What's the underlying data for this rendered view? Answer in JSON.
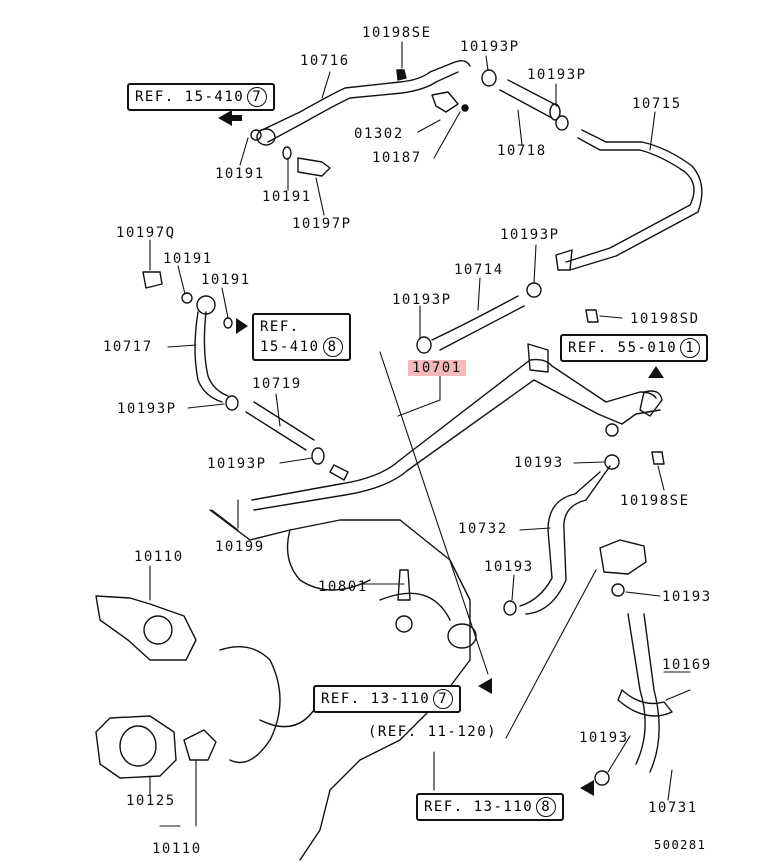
{
  "diagram_id": "500281",
  "highlighted_part": "10701",
  "parts": [
    {
      "id": "p10198se_top",
      "code": "10198SE"
    },
    {
      "id": "p10716",
      "code": "10716"
    },
    {
      "id": "p10193p_a",
      "code": "10193P"
    },
    {
      "id": "p10193p_b",
      "code": "10193P"
    },
    {
      "id": "p10715",
      "code": "10715"
    },
    {
      "id": "p01302",
      "code": "01302"
    },
    {
      "id": "p10187",
      "code": "10187"
    },
    {
      "id": "p10718",
      "code": "10718"
    },
    {
      "id": "p10191_a",
      "code": "10191"
    },
    {
      "id": "p10191_b",
      "code": "10191"
    },
    {
      "id": "p10197p",
      "code": "10197P"
    },
    {
      "id": "p10197q",
      "code": "10197Q"
    },
    {
      "id": "p10191_c",
      "code": "10191"
    },
    {
      "id": "p10191_d",
      "code": "10191"
    },
    {
      "id": "p10193p_c",
      "code": "10193P"
    },
    {
      "id": "p10714",
      "code": "10714"
    },
    {
      "id": "p10193p_d",
      "code": "10193P"
    },
    {
      "id": "p10198sd",
      "code": "10198SD"
    },
    {
      "id": "p10717",
      "code": "10717"
    },
    {
      "id": "p10701",
      "code": "10701"
    },
    {
      "id": "p10719",
      "code": "10719"
    },
    {
      "id": "p10193p_e",
      "code": "10193P"
    },
    {
      "id": "p10193p_f",
      "code": "10193P"
    },
    {
      "id": "p10193_a",
      "code": "10193"
    },
    {
      "id": "p10198se_b",
      "code": "10198SE"
    },
    {
      "id": "p10732",
      "code": "10732"
    },
    {
      "id": "p10199",
      "code": "10199"
    },
    {
      "id": "p10110_a",
      "code": "10110"
    },
    {
      "id": "p10801",
      "code": "10801"
    },
    {
      "id": "p10193_b",
      "code": "10193"
    },
    {
      "id": "p10193_c",
      "code": "10193"
    },
    {
      "id": "p10169",
      "code": "10169"
    },
    {
      "id": "p10193_d",
      "code": "10193"
    },
    {
      "id": "p10125",
      "code": "10125"
    },
    {
      "id": "p10731",
      "code": "10731"
    },
    {
      "id": "p10110_b",
      "code": "10110"
    }
  ],
  "refs": [
    {
      "id": "ref_15_410_7",
      "text": "REF. 15-410",
      "num": "7"
    },
    {
      "id": "ref_15_410_8_l1",
      "text": "REF.",
      "num": ""
    },
    {
      "id": "ref_55_010_1",
      "text": "REF. 55-010",
      "num": "1"
    },
    {
      "id": "ref_13_110_7",
      "text": "REF. 13-110",
      "num": "7"
    },
    {
      "id": "ref_13_110_8",
      "text": "REF. 13-110",
      "num": "8"
    }
  ],
  "ref_15_410_8": {
    "line1": "REF.",
    "line2": "15-410",
    "num": "8"
  },
  "ref_11_120": "(REF. 11-120)"
}
